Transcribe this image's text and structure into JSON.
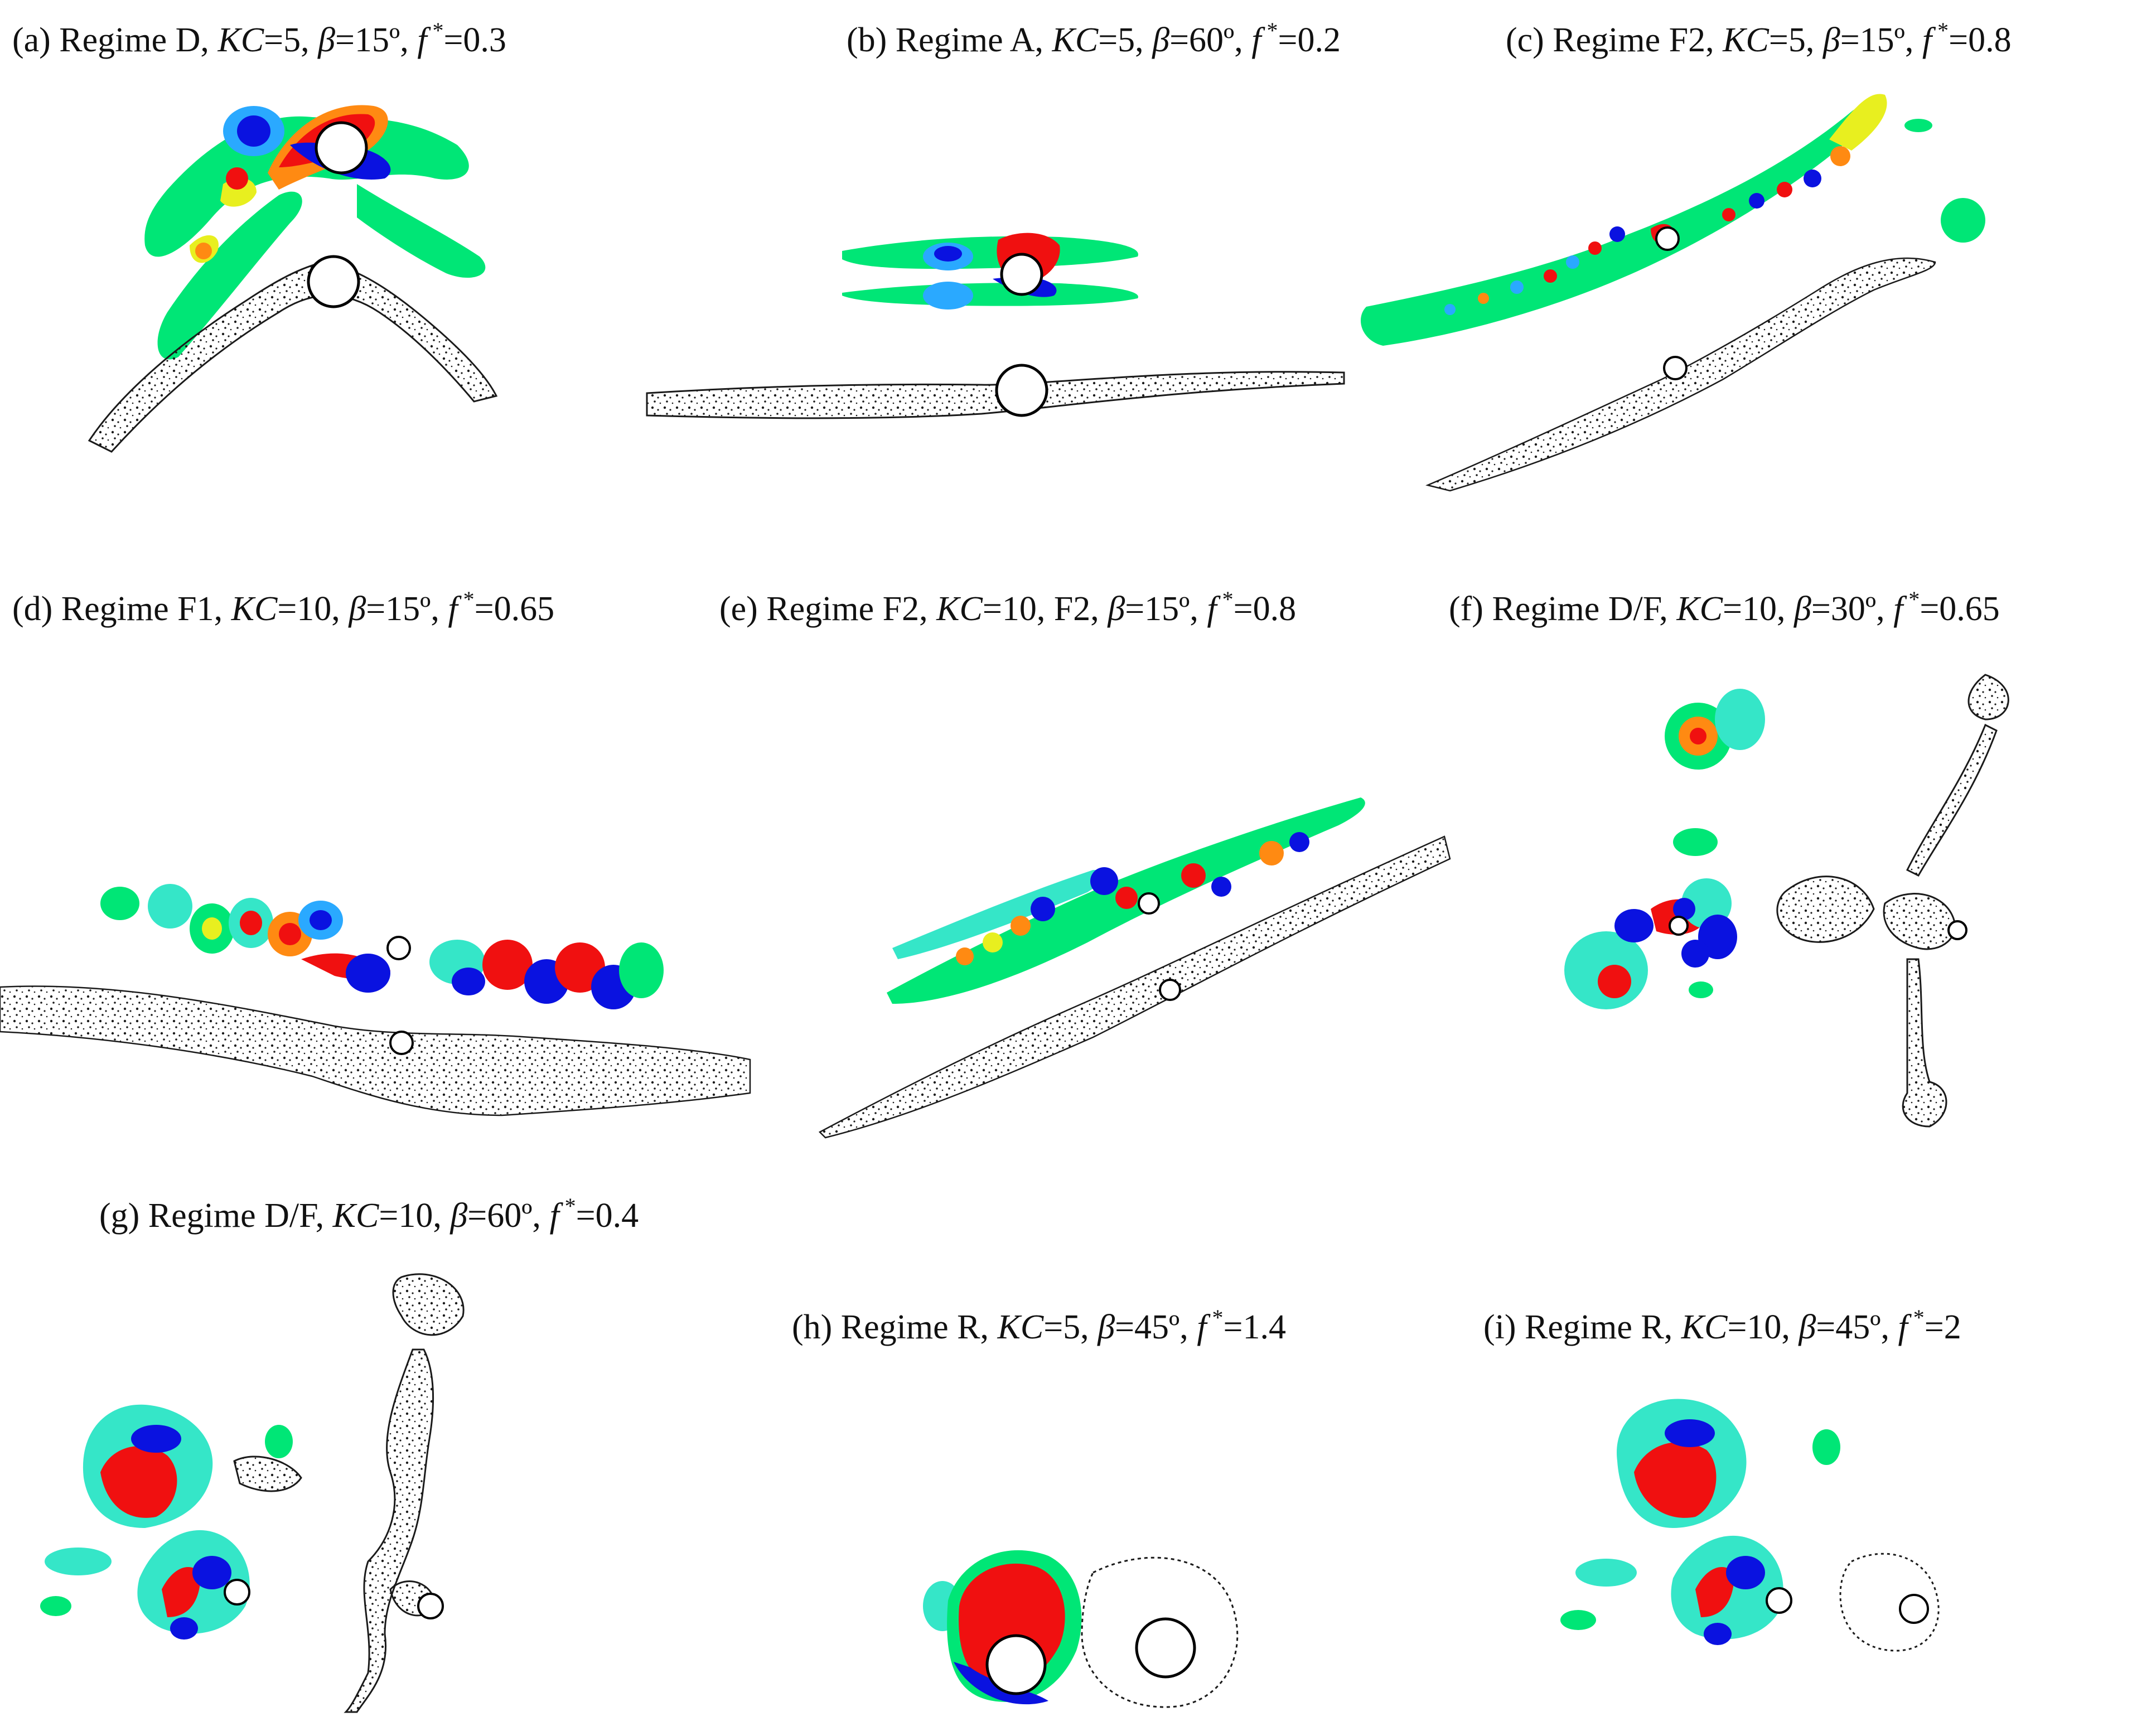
{
  "figure": {
    "panels": [
      {
        "id": "a",
        "caption_parts": [
          "(a) Regime D, ",
          "KC",
          "=5, ",
          "β",
          "=15º, ",
          "f",
          " *",
          "=0.3"
        ]
      },
      {
        "id": "b",
        "caption_parts": [
          "(b) Regime A, ",
          "KC",
          "=5, ",
          "β",
          "=60º,  ",
          "f",
          " *",
          "=0.2"
        ]
      },
      {
        "id": "c",
        "caption_parts": [
          "(c) Regime F2, ",
          "KC",
          "=5, ",
          "β",
          "=15º, ",
          "f",
          " *",
          "=0.8"
        ]
      },
      {
        "id": "d",
        "caption_parts": [
          "(d) Regime F1, ",
          "KC",
          "=10, ",
          "β",
          "=15º,  ",
          "f",
          " *",
          "=0.65"
        ]
      },
      {
        "id": "e",
        "caption_parts": [
          "(e) Regime F2, ",
          "KC",
          "=10, F2, ",
          "β",
          "=15º, ",
          "f",
          " *",
          "=0.8"
        ]
      },
      {
        "id": "f",
        "caption_parts": [
          "(f) Regime D/F, ",
          "KC",
          "=10, ",
          "β",
          "=30º,  ",
          "f",
          " *",
          "=0.65"
        ]
      },
      {
        "id": "g",
        "caption_parts": [
          "(g) Regime D/F, ",
          "KC",
          "=10, ",
          "β",
          "=60º,  ",
          "f",
          " *",
          "=0.4"
        ]
      },
      {
        "id": "h",
        "caption_parts": [
          "(h) Regime R, ",
          "KC",
          "=5, ",
          "β",
          "=45º,  ",
          "f",
          " *",
          "=1.4"
        ]
      },
      {
        "id": "i",
        "caption_parts": [
          "(i) Regime R, ",
          "KC",
          "=10, ",
          "β",
          "=45º,  ",
          "f",
          " *",
          "=2"
        ]
      }
    ],
    "colors": {
      "vorticity_background": "#00e676",
      "vorticity_cyan": "#35e6c8",
      "vorticity_light_blue": "#2aa9ff",
      "vorticity_blue": "#0a12e0",
      "vorticity_yellow": "#e8ef1f",
      "vorticity_orange": "#ff8a12",
      "vorticity_red": "#f01010",
      "streakline": "#1a1a1a",
      "cylinder_fill": "#ffffff",
      "cylinder_stroke": "#000000"
    }
  }
}
